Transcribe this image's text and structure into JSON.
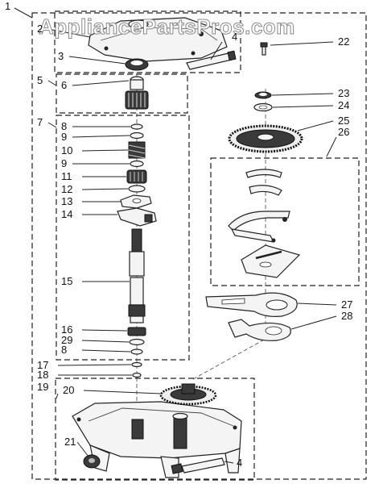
{
  "watermark": "AppliancePartsPros.com",
  "callouts": [
    "1",
    "2",
    "3",
    "4",
    "5",
    "6",
    "7",
    "8",
    "9",
    "10",
    "9",
    "11",
    "12",
    "13",
    "14",
    "15",
    "16",
    "29",
    "8",
    "17",
    "18",
    "19",
    "20",
    "21",
    "4",
    "22",
    "23",
    "24",
    "25",
    "26",
    "27",
    "28"
  ]
}
